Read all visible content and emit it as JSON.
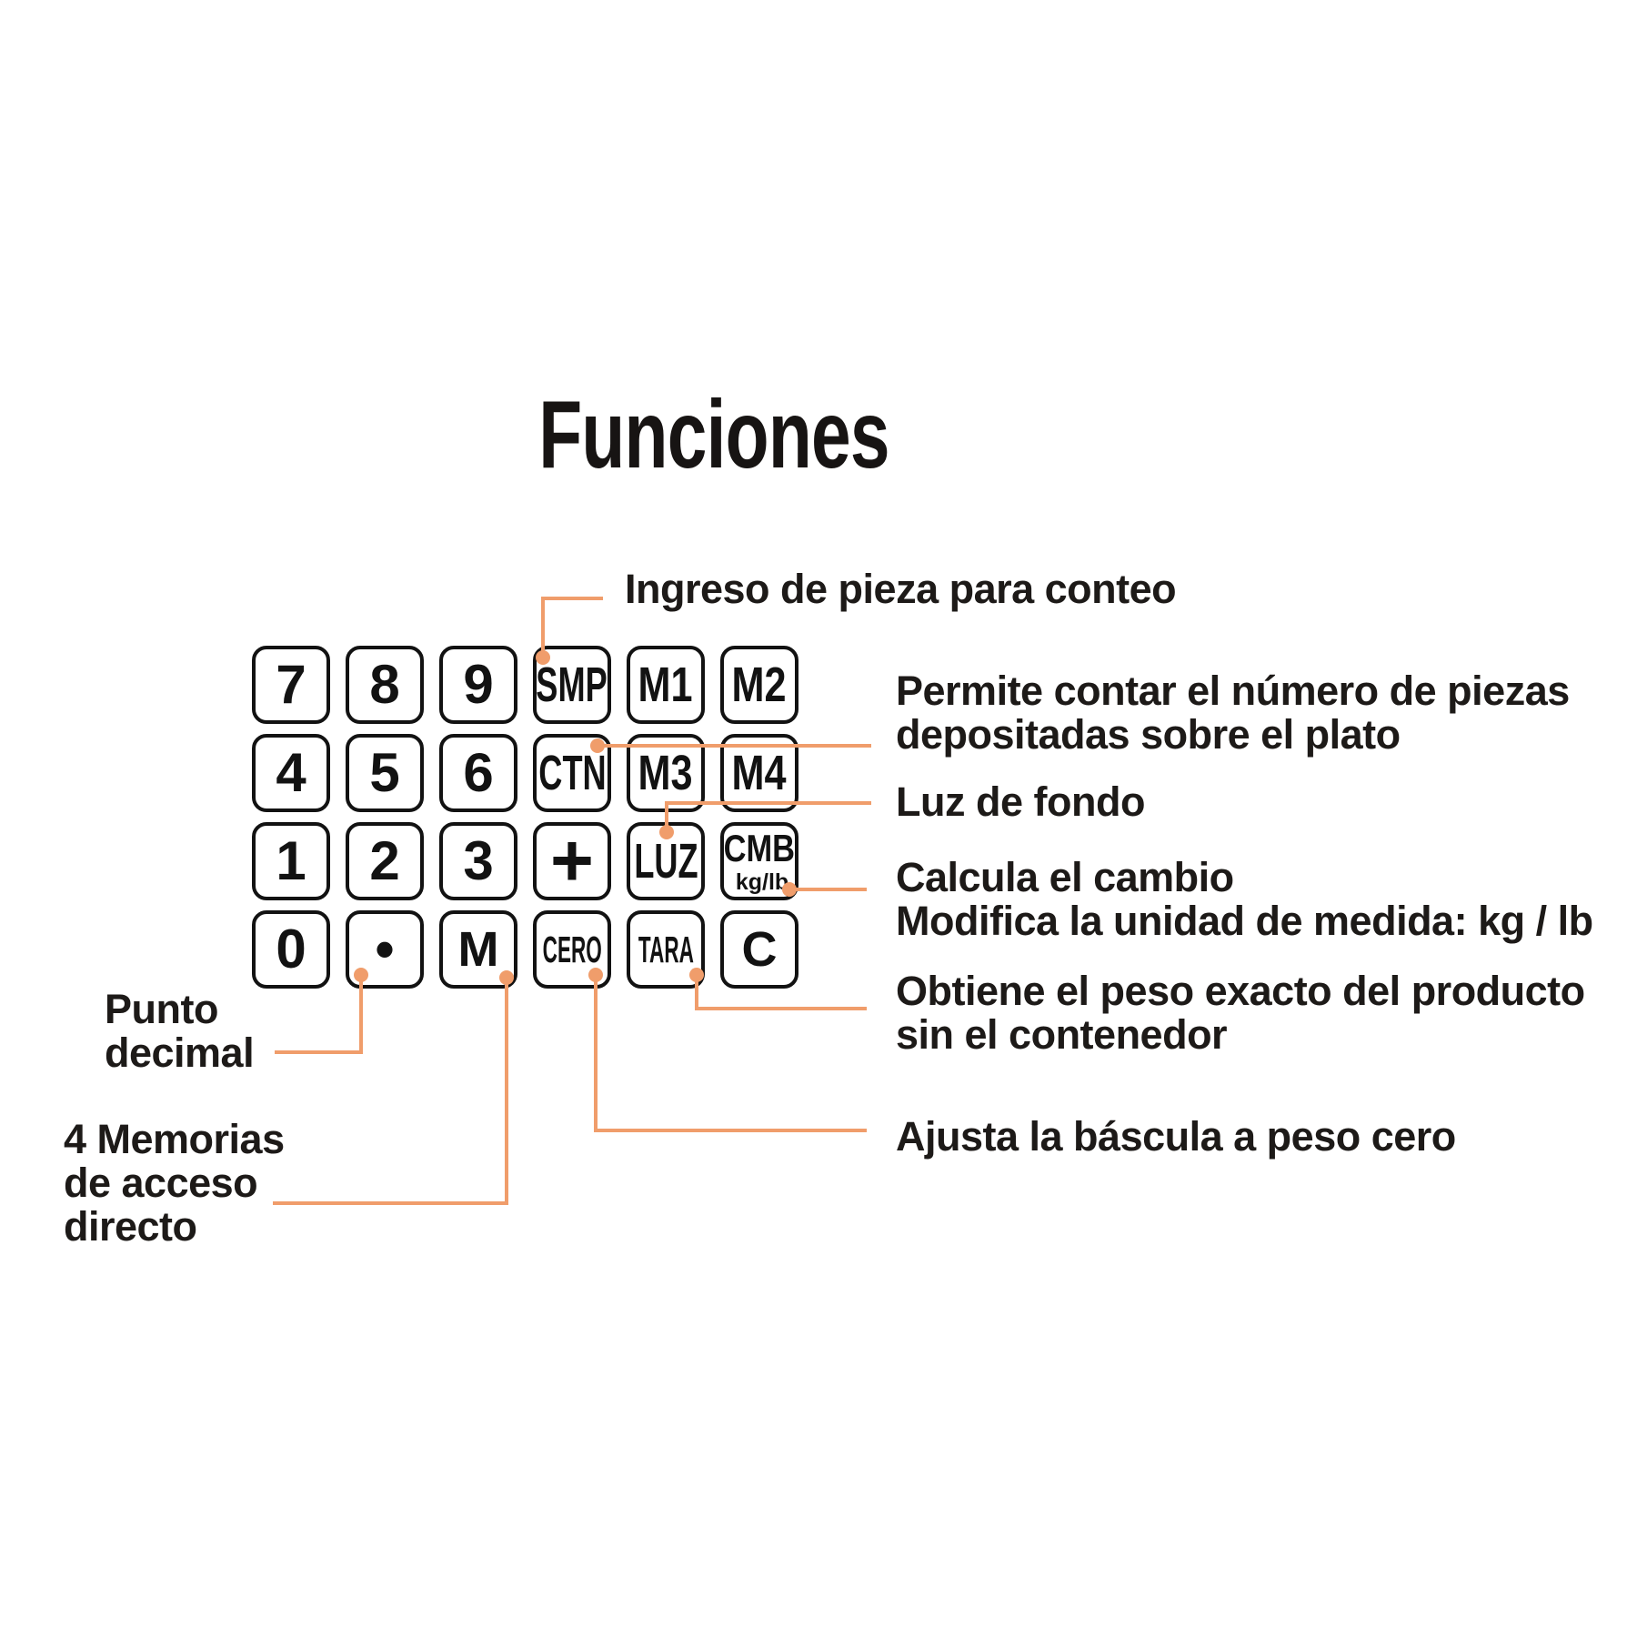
{
  "title": "Funciones",
  "colors": {
    "accent": "#f09d6b",
    "text": "#1d1a18",
    "key_border": "#121212"
  },
  "keypad": {
    "keys": [
      {
        "label": "7"
      },
      {
        "label": "8"
      },
      {
        "label": "9"
      },
      {
        "label": "SMP"
      },
      {
        "label": "M1"
      },
      {
        "label": "M2"
      },
      {
        "label": "4"
      },
      {
        "label": "5"
      },
      {
        "label": "6"
      },
      {
        "label": "CTN"
      },
      {
        "label": "M3"
      },
      {
        "label": "M4"
      },
      {
        "label": "1"
      },
      {
        "label": "2"
      },
      {
        "label": "3"
      },
      {
        "label": "+"
      },
      {
        "label": "LUZ"
      },
      {
        "label": "CMB",
        "sub": "kg/lb"
      },
      {
        "label": "0"
      },
      {
        "label": "•"
      },
      {
        "label": "M"
      },
      {
        "label": "CERO"
      },
      {
        "label": "TARA"
      },
      {
        "label": "C"
      }
    ]
  },
  "notes": {
    "smp": {
      "l1": "Ingreso de pieza para conteo"
    },
    "ctn": {
      "l1": "Permite contar el número de piezas",
      "l2": "depositadas sobre el plato"
    },
    "luz": {
      "l1": "Luz de fondo"
    },
    "cmb": {
      "l1": "Calcula el cambio",
      "l2": "Modifica la unidad de medida: kg / lb"
    },
    "tara": {
      "l1": "Obtiene el peso exacto del producto",
      "l2": "sin el contenedor"
    },
    "cero": {
      "l1": "Ajusta la báscula a peso cero"
    },
    "punto": {
      "l1": "Punto",
      "l2": "decimal"
    },
    "memorias": {
      "l1": "4 Memorias",
      "l2": "de acceso",
      "l3": "directo"
    }
  }
}
